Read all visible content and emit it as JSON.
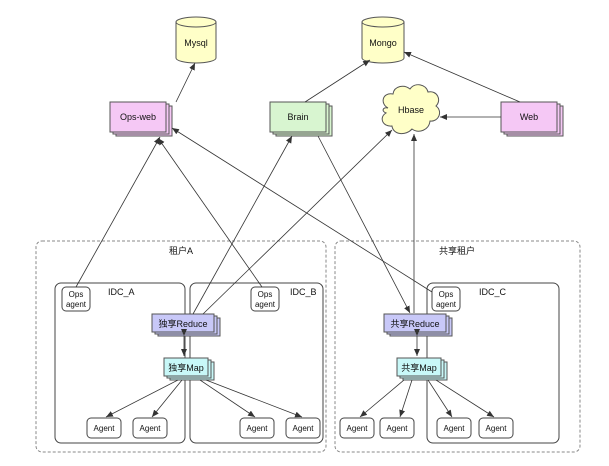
{
  "diagram": {
    "databases": {
      "mysql": "Mysql",
      "mongo": "Mongo"
    },
    "cloud": {
      "hbase": "Hbase"
    },
    "boxes": {
      "ops_web": "Ops-web",
      "brain": "Brain",
      "web": "Web"
    },
    "regions": {
      "tenant_a": "租户A",
      "shared_tenant": "共享租户"
    },
    "idc": {
      "a": "IDC_A",
      "b": "IDC_B",
      "c": "IDC_C"
    },
    "ops_agent": {
      "line1": "Ops",
      "line2": "agent"
    },
    "reduce": {
      "dedicated": "独享Reduce",
      "shared": "共享Reduce"
    },
    "map": {
      "dedicated": "独享Map",
      "shared": "共享Map"
    },
    "agent_label": "Agent",
    "colors": {
      "db_fill": "#ffffc8",
      "ops_web_fill": "#f5c8f5",
      "brain_fill": "#d8f5d0",
      "web_fill": "#f5c8f5",
      "reduce_fill": "#c8c8f8",
      "map_fill": "#c8f8f8",
      "line": "#333333",
      "dashed_border": "#888888"
    }
  }
}
